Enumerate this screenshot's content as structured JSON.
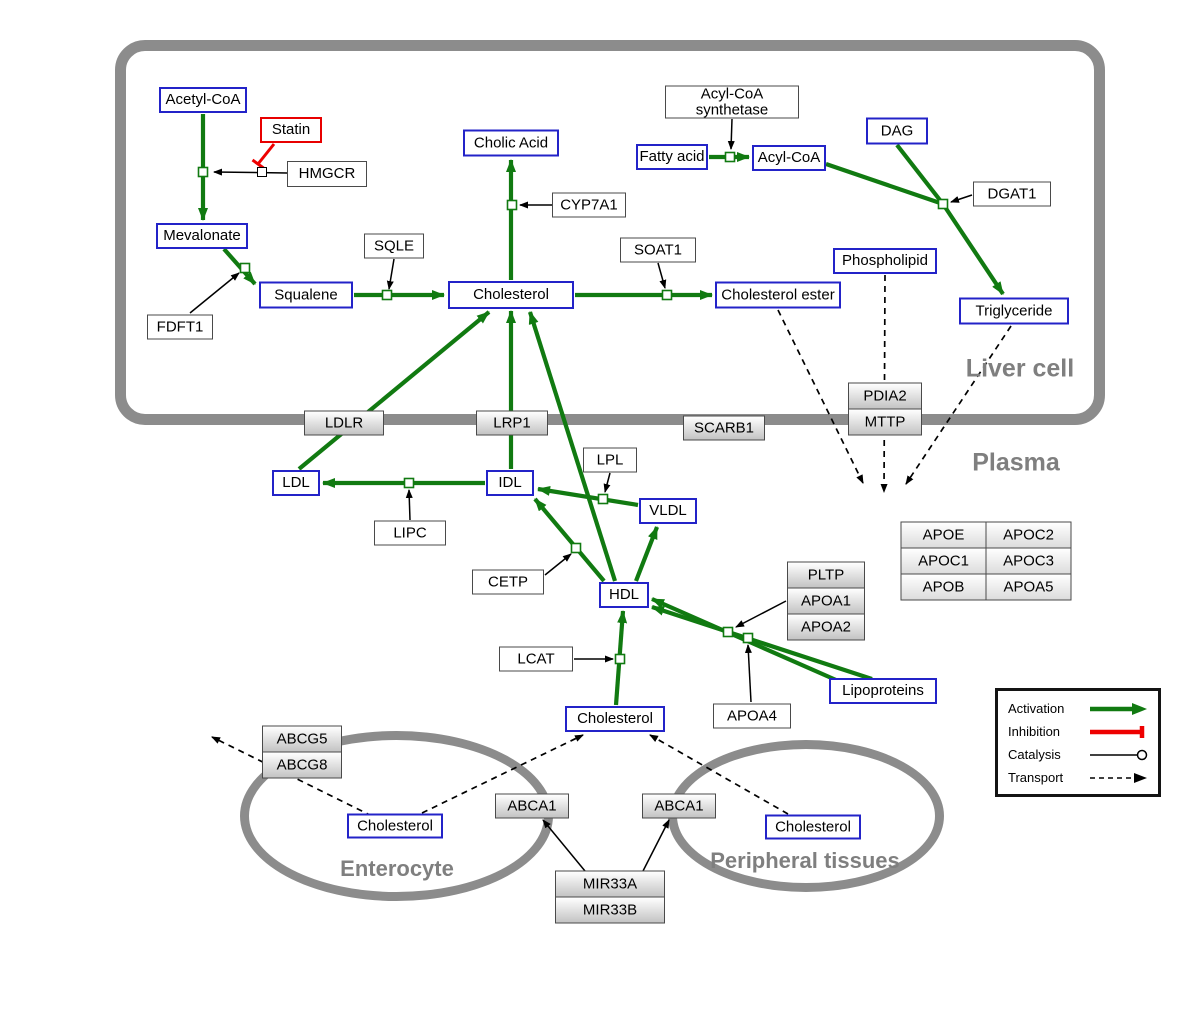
{
  "compartments": {
    "liver": "Liver cell",
    "plasma": "Plasma",
    "enterocyte": "Enterocyte",
    "peripheral": "Peripheral tissues"
  },
  "nodes": {
    "acetyl_coa": "Acetyl-CoA",
    "statin": "Statin",
    "hmgcr": "HMGCR",
    "mevalonate": "Mevalonate",
    "fdft1": "FDFT1",
    "squalene": "Squalene",
    "sqle": "SQLE",
    "cholesterol_liver": "Cholesterol",
    "cyp7a1": "CYP7A1",
    "cholic_acid": "Cholic Acid",
    "soat1": "SOAT1",
    "cholesterol_ester": "Cholesterol ester",
    "fatty_acid": "Fatty acid",
    "acyl_coa_synthetase_line1": "Acyl-CoA",
    "acyl_coa_synthetase_line2": "synthetase",
    "acyl_coa": "Acyl-CoA",
    "dag": "DAG",
    "dgat1": "DGAT1",
    "phospholipid": "Phospholipid",
    "triglyceride": "Triglyceride",
    "pdia2": "PDIA2",
    "mttp": "MTTP",
    "ldlr": "LDLR",
    "lrp1": "LRP1",
    "scarb1": "SCARB1",
    "ldl": "LDL",
    "idl": "IDL",
    "lipc": "LIPC",
    "lpl": "LPL",
    "vldl": "VLDL",
    "cetp": "CETP",
    "hdl": "HDL",
    "pltp": "PLTP",
    "apoa1": "APOA1",
    "apoa2": "APOA2",
    "lcat": "LCAT",
    "apoa4": "APOA4",
    "lipoproteins": "Lipoproteins",
    "apo_table": [
      [
        "APOE",
        "APOC2"
      ],
      [
        "APOC1",
        "APOC3"
      ],
      [
        "APOB",
        "APOA5"
      ]
    ],
    "cholesterol_plasma": "Cholesterol",
    "abcg5": "ABCG5",
    "abcg8": "ABCG8",
    "cholesterol_enterocyte": "Cholesterol",
    "abca1_left": "ABCA1",
    "abca1_right": "ABCA1",
    "cholesterol_peripheral": "Cholesterol",
    "mir33a": "MIR33A",
    "mir33b": "MIR33B"
  },
  "legend": {
    "activation": "Activation",
    "inhibition": "Inhibition",
    "catalysis": "Catalysis",
    "transport": "Transport"
  },
  "colors": {
    "metabolite_border": "#2323c8",
    "inhibitor_border": "#e80000",
    "activation_green": "#117a11",
    "inhibition_red": "#ee0000",
    "compartment_gray": "#8c8c8c"
  }
}
